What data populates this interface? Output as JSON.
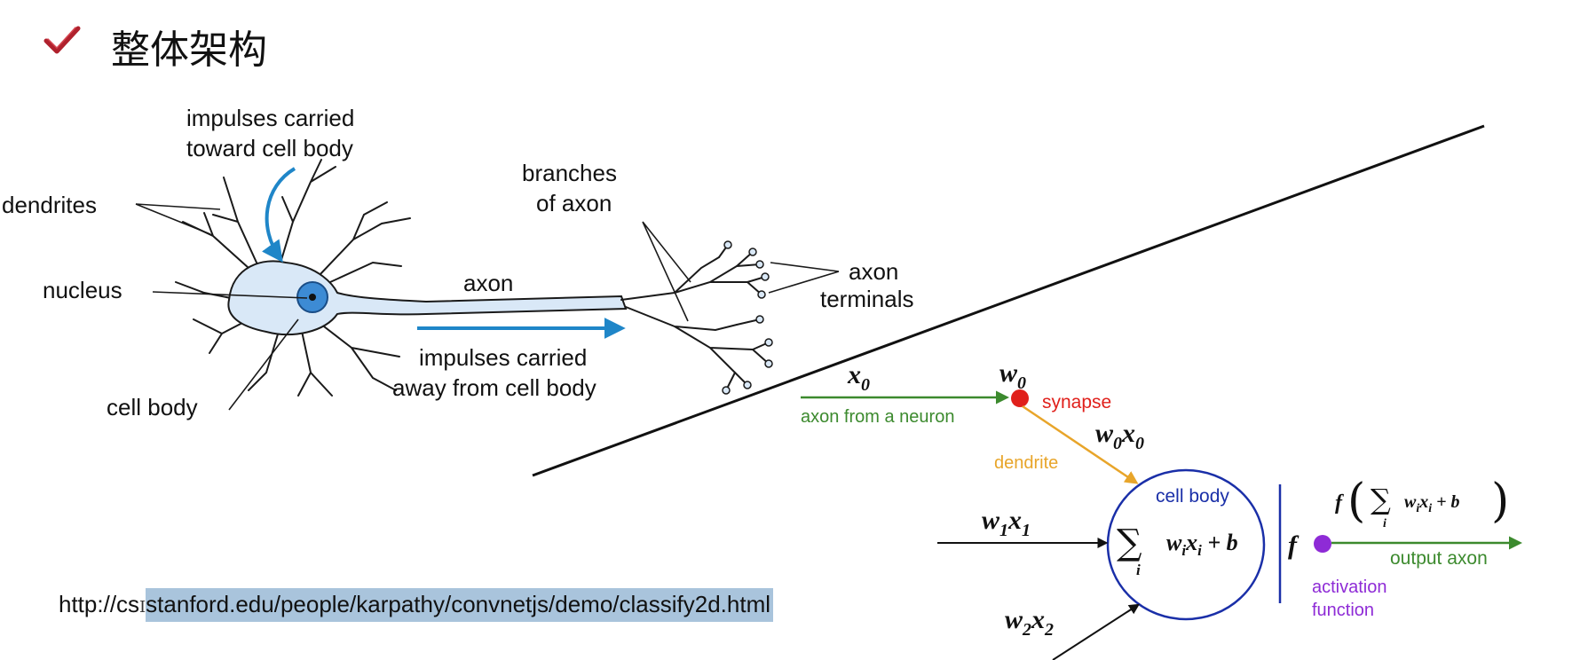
{
  "header": {
    "title": "整体架构",
    "icon": "check-icon",
    "icon_color": "#b0212d"
  },
  "neuron": {
    "impulses_toward": [
      "impulses carried",
      "toward cell body"
    ],
    "dendrites": "dendrites",
    "nucleus": "nucleus",
    "cell_body": "cell body",
    "axon": "axon",
    "branches": [
      "branches",
      "of axon"
    ],
    "axon_terminals": [
      "axon",
      "terminals"
    ],
    "impulses_away": [
      "impulses carried",
      "away from cell body"
    ],
    "arrow_color": "#1f86c8",
    "cell_color": "#d9e8f7"
  },
  "model": {
    "x0": "x",
    "x0_sub": "0",
    "w0": "w",
    "w0_sub": "0",
    "synapse": "synapse",
    "axon_from": "axon from a neuron",
    "w0x0": [
      "w",
      "0",
      "x",
      "0"
    ],
    "dendrite": "dendrite",
    "cell_body": "cell body",
    "w1x1": [
      "w",
      "1",
      "x",
      "1"
    ],
    "w2x2": [
      "w",
      "2",
      "x",
      "2"
    ],
    "sum_expr": [
      "w",
      "i",
      "x",
      "i",
      " + b"
    ],
    "sum_index": "i",
    "f": "f",
    "output_expr": [
      "f",
      "w",
      "i",
      "x",
      "i",
      " + b",
      "i"
    ],
    "output_axon": "output axon",
    "activation": [
      "activation",
      "function"
    ],
    "colors": {
      "axon_green": "#3c8a2e",
      "synapse_red": "#e0201b",
      "dendrite_orange": "#e8a52a",
      "cell_body_blue": "#1a2fa8",
      "activation_purple": "#8e2bd6"
    }
  },
  "url": {
    "prefix": "http://cs",
    "cursor": "I",
    "highlighted": "stanford.edu/people/karpathy/convnetjs/demo/classify2d.html"
  }
}
